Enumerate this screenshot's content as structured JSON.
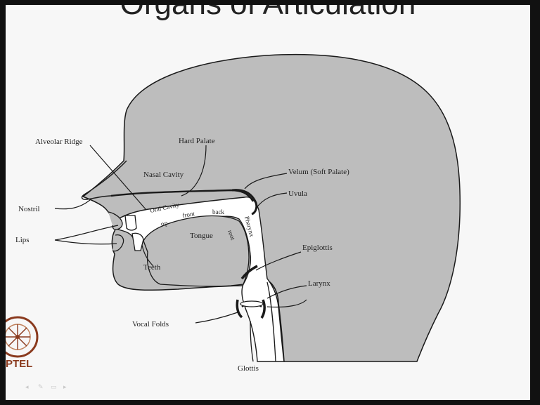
{
  "slide": {
    "title": "Organs of Articulation"
  },
  "labels": {
    "alveolar_ridge": "Alveolar Ridge",
    "hard_palate": "Hard Palate",
    "nasal_cavity": "Nasal Cavity",
    "velum": "Velum (Soft Palate)",
    "uvula": "Uvula",
    "nostril": "Nostril",
    "oral_cavity": "Oral Cavity",
    "tongue_front": "front",
    "tongue_back": "back",
    "tongue_tip": "tip",
    "tongue_root": "root",
    "tongue": "Tongue",
    "pharynx": "Pharynx",
    "lips": "Lips",
    "teeth": "Teeth",
    "epiglottis": "Epiglottis",
    "larynx": "Larynx",
    "vocal_folds": "Vocal Folds",
    "glottis": "Glottis"
  },
  "logo": {
    "text": "PTEL"
  },
  "colors": {
    "head_fill": "#bdbdbd",
    "tract_fill": "#ffffff",
    "outline": "#1a1a1a",
    "logo_color": "#8a3a1e"
  }
}
